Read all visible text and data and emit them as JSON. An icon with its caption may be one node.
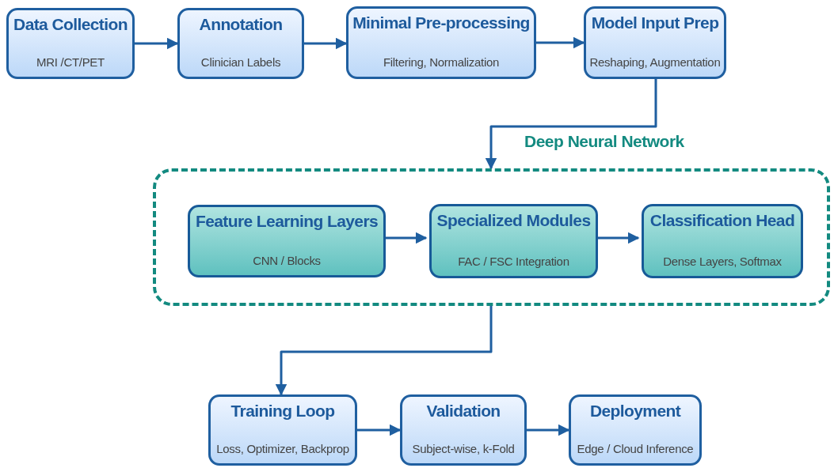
{
  "diagram": {
    "nodes": [
      {
        "text": [
          "Data Collection",
          "MRI /CT/PET"
        ]
      },
      {
        "text": [
          "Annotation",
          "Clinician Labels"
        ]
      },
      {
        "text": [
          "Minimal Pre-processing",
          "Filtering, Normalization"
        ]
      },
      {
        "text": [
          "Model Input Prep",
          "Reshaping, Augmentation"
        ]
      },
      {
        "text": [
          "Deep Neural Network"
        ]
      },
      {
        "text": [
          "Feature Learning Layers",
          "CNN / Blocks"
        ],
        "in": 4
      },
      {
        "text": [
          "Specialized Modules",
          "FAC / FSC Integration"
        ],
        "in": 4
      },
      {
        "text": [
          "Classification Head",
          "Dense Layers, Softmax"
        ],
        "in": 4
      },
      {
        "text": [
          "Training Loop",
          "Loss, Optimizer, Backprop"
        ]
      },
      {
        "text": [
          "Validation",
          "Subject-wise, k-Fold"
        ]
      },
      {
        "text": [
          "Deployment",
          "Edge / Cloud Inference"
        ]
      }
    ],
    "edges": [
      {
        "from": 0,
        "to": 1,
        "arrow": "to"
      },
      {
        "from": 1,
        "to": 2,
        "arrow": "to"
      },
      {
        "from": 2,
        "to": 3,
        "arrow": "to"
      },
      {
        "from": 3,
        "to": 4,
        "arrow": "to"
      },
      {
        "from": 5,
        "to": 6,
        "arrow": "to"
      },
      {
        "from": 6,
        "to": 7,
        "arrow": "to"
      },
      {
        "from": 4,
        "to": 8,
        "arrow": "to"
      },
      {
        "from": 8,
        "to": 9,
        "arrow": "to"
      },
      {
        "from": 9,
        "to": 10,
        "arrow": "to"
      }
    ]
  }
}
